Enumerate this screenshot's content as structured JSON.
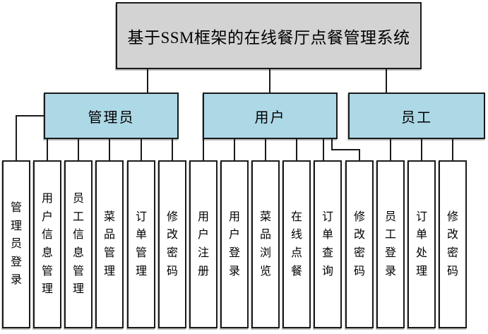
{
  "root": {
    "title": "基于SSM框架的在线餐厅点餐管理系统"
  },
  "branches": [
    {
      "label": "管理员",
      "children": [
        "管理员登录",
        "用户信息管理",
        "员工信息管理",
        "菜品管理",
        "订单管理",
        "修改密码"
      ]
    },
    {
      "label": "用户",
      "children": [
        "用户注册",
        "用户登录",
        "菜品浏览",
        "在线点餐",
        "订单查询",
        "修改密码"
      ]
    },
    {
      "label": "员工",
      "children": [
        "员工登录",
        "订单处理",
        "修改密码"
      ]
    }
  ],
  "colors": {
    "root_fill": "#d3d3d3",
    "branch_fill": "#add8e6",
    "leaf_fill": "#ffffff",
    "border": "#1a1a1a",
    "connector": "#1a1a1a"
  }
}
